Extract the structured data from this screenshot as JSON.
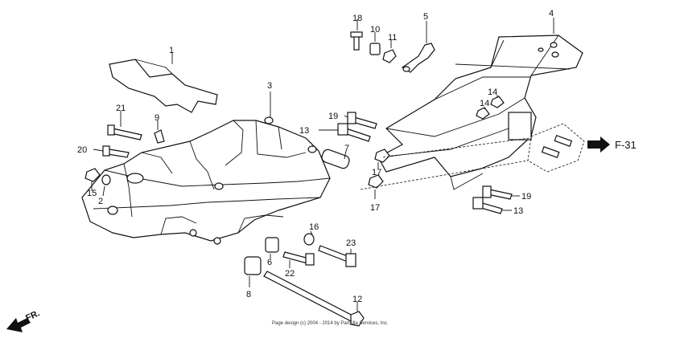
{
  "callouts": [
    "1",
    "2",
    "3",
    "4",
    "5",
    "6",
    "7",
    "8",
    "9",
    "10",
    "11",
    "12",
    "13",
    "13",
    "14",
    "14",
    "15",
    "16",
    "17",
    "17",
    "18",
    "19",
    "19",
    "20",
    "21",
    "22",
    "23"
  ],
  "reference": {
    "label": "F-31"
  },
  "front_indicator": {
    "label": "FR."
  },
  "copyright": "Page design (c) 2004 - 2014 by Partzilla Services, Inc."
}
